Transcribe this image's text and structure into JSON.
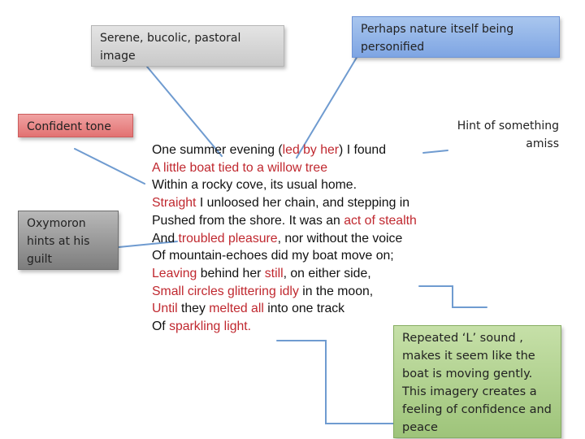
{
  "notes": {
    "pastoral": [
      "Serene, bucolic, pastoral",
      "image"
    ],
    "nature": [
      "Perhaps nature itself being",
      "personified"
    ],
    "confident": [
      "Confident tone"
    ],
    "hint": [
      "Hint of something",
      "amiss"
    ],
    "oxymoron": [
      "Oxymoron",
      "hints at his",
      "guilt"
    ],
    "repeated": [
      "Repeated ‘L’ sound ,",
      "makes it seem like the",
      "boat is moving gently.",
      "This imagery creates a",
      "feeling of confidence and",
      "peace"
    ]
  },
  "poem": [
    [
      {
        "t": "One summer evening ("
      },
      {
        "t": "led by her",
        "h": true
      },
      {
        "t": ") I found"
      }
    ],
    [
      {
        "t": "A little boat tied to a willow tree",
        "h": true
      }
    ],
    [
      {
        "t": "Within a rocky cove, its usual home."
      }
    ],
    [
      {
        "t": "Straight",
        "h": true
      },
      {
        "t": " I unloosed her chain, and stepping in"
      }
    ],
    [
      {
        "t": "Pushed from the shore. It was an "
      },
      {
        "t": "act of stealth",
        "h": true
      }
    ],
    [
      {
        "t": "And "
      },
      {
        "t": "troubled pleasure",
        "h": true
      },
      {
        "t": ", nor without the voice"
      }
    ],
    [
      {
        "t": "Of mountain-echoes did my boat move on;"
      }
    ],
    [
      {
        "t": "Leaving",
        "h": true
      },
      {
        "t": " behind her "
      },
      {
        "t": "still",
        "h": true
      },
      {
        "t": ", on either side,"
      }
    ],
    [
      {
        "t": "Small circles glittering idly",
        "h": true
      },
      {
        "t": " in the moon,"
      }
    ],
    [
      {
        "t": "Until",
        "h": true
      },
      {
        "t": " they "
      },
      {
        "t": "melted all",
        "h": true
      },
      {
        "t": " into one track"
      }
    ],
    [
      {
        "t": "Of "
      },
      {
        "t": "sparkling light.",
        "h": true
      }
    ]
  ],
  "colors": {
    "highlight": "#c0282f",
    "connector": "#6f9bd0"
  }
}
